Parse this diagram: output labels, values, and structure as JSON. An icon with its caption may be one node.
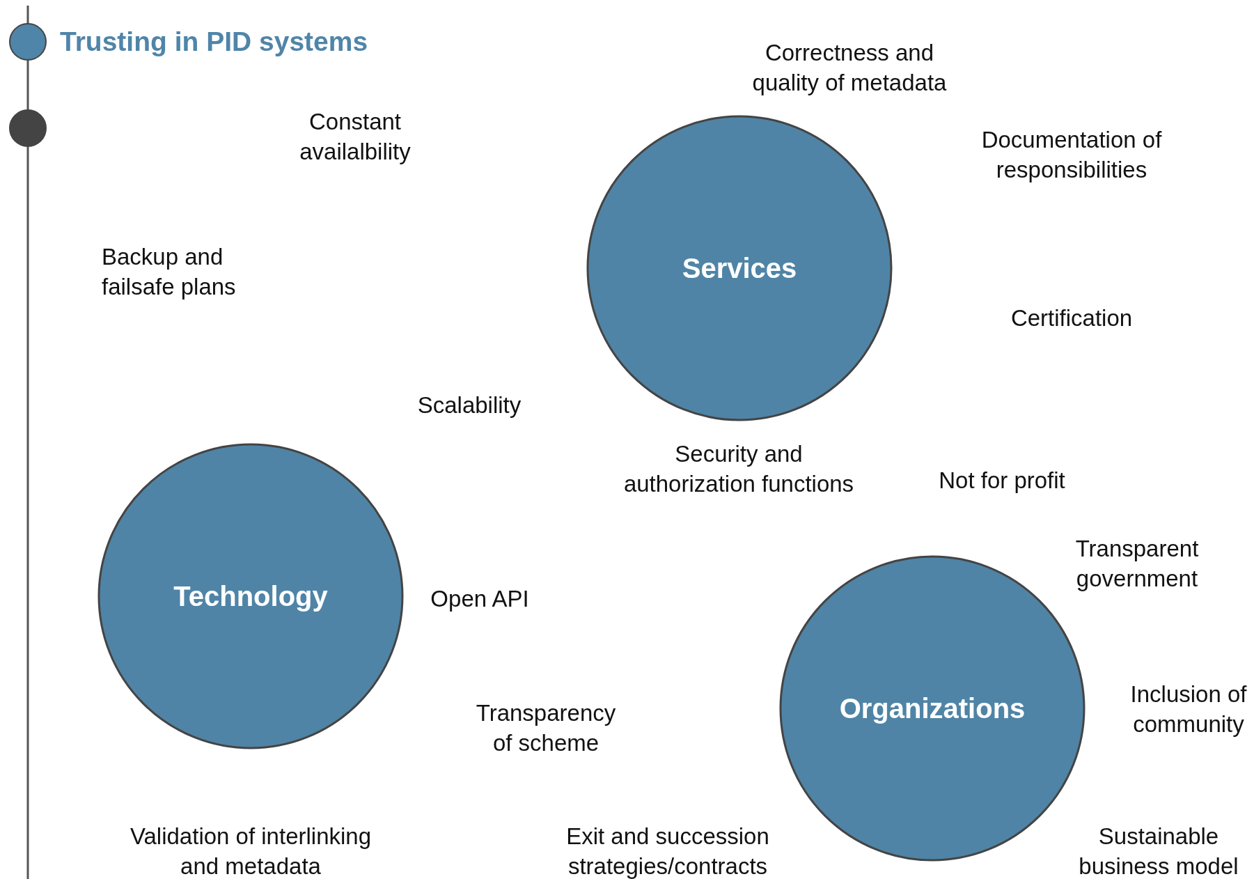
{
  "diagram": {
    "title": "Trusting in PID systems",
    "nodes": [
      {
        "text": [
          "Services"
        ]
      },
      {
        "text": [
          "Technology"
        ]
      },
      {
        "text": [
          "Organizations"
        ]
      }
    ],
    "labels": [
      "Correctness and quality of metadata",
      "Constant availalbility",
      "Documentation of responsibilities",
      "Backup and failsafe plans",
      "Certification",
      "Scalability",
      "Security and authorization functions",
      "Not for profit",
      "Transparent government",
      "Open API",
      "Transparency of scheme",
      "Inclusion of community",
      "Validation of interlinking and metadata",
      "Exit and succession strategies/contracts",
      "Sustainable business model"
    ]
  }
}
